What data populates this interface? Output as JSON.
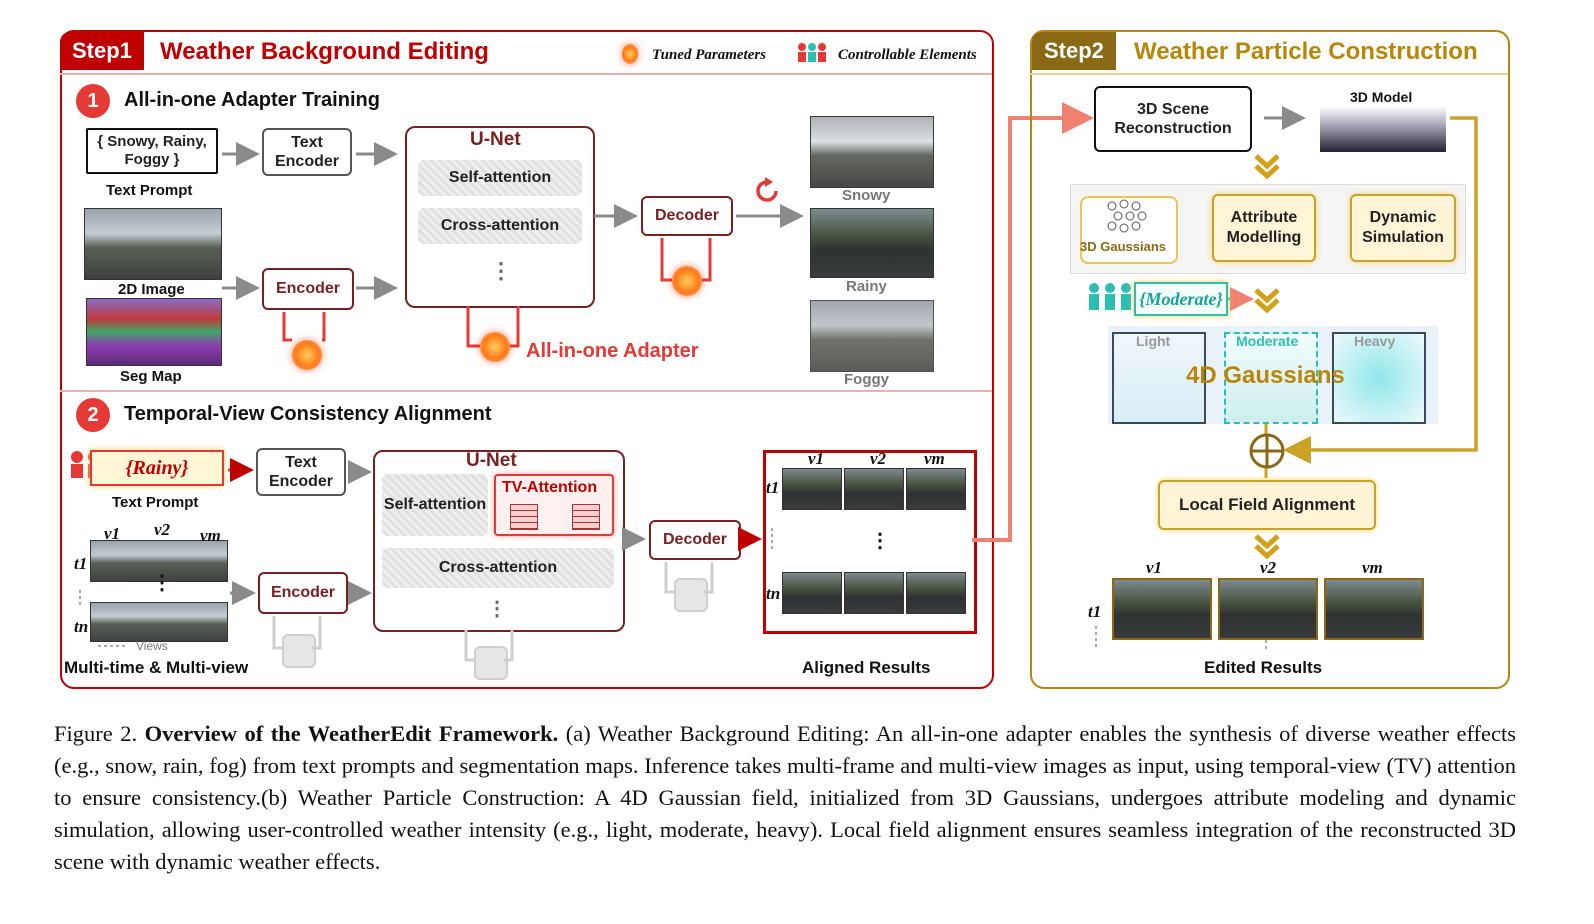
{
  "step1": {
    "tag": "Step1",
    "title": "Weather Background Editing",
    "legend_tuned": "Tuned Parameters",
    "legend_control": "Controllable Elements",
    "sub1_num": "1",
    "sub1_title": "All-in-one Adapter Training",
    "prompt_box": "{ Snowy, Rainy, Foggy }",
    "text_prompt": "Text Prompt",
    "text_encoder": "Text Encoder",
    "image_2d": "2D Image",
    "seg_map": "Seg Map",
    "encoder": "Encoder",
    "unet": "U-Net",
    "self_attention": "Self-attention",
    "cross_attention": "Cross-attention",
    "dots": "⋮",
    "decoder": "Decoder",
    "adapter": "All-in-one Adapter",
    "out_snowy": "Snowy",
    "out_rainy": "Rainy",
    "out_foggy": "Foggy",
    "sub2_num": "2",
    "sub2_title": "Temporal-View Consistency Alignment",
    "rainy": "{Rainy}",
    "text_prompt2": "Text Prompt",
    "text_encoder2": "Text Encoder",
    "unet2": "U-Net",
    "self_attention2": "Self-attention",
    "tv_attention": "TV-Attention",
    "cross_attention2": "Cross-attention",
    "decoder2": "Decoder",
    "encoder2": "Encoder",
    "v1": "v1",
    "v2": "v2",
    "vm": "vm",
    "t1": "t1",
    "tn": "tn",
    "views": "Views",
    "multi": "Multi-time & Multi-view",
    "aligned": "Aligned Results"
  },
  "step2": {
    "tag": "Step2",
    "title": "Weather Particle Construction",
    "scene_recon": "3D Scene Reconstruction",
    "model_3d": "3D Model",
    "gaussians_3d": "3D Gaussians",
    "attr": "Attribute Modelling",
    "dyn": "Dynamic Simulation",
    "moderate_sel": "{Moderate}",
    "light": "Light",
    "moderate": "Moderate",
    "heavy": "Heavy",
    "gauss4d": "4D Gaussians",
    "lfa": "Local Field Alignment",
    "edited": "Edited Results",
    "v1": "v1",
    "v2": "v2",
    "vm": "vm",
    "t1": "t1"
  },
  "caption": {
    "label": "Figure 2.",
    "bold": "Overview of the WeatherEdit Framework.",
    "text": "(a) Weather Background Editing: An all-in-one adapter enables the synthesis of diverse weather effects (e.g., snow, rain, fog) from text prompts and segmentation maps. Inference takes multi-frame and multi-view images as input, using temporal-view (TV) attention to ensure consistency.(b) Weather Particle Construction: A 4D Gaussian field, initialized from 3D Gaussians, undergoes attribute modeling and dynamic simulation, allowing user-controlled weather intensity (e.g., light, moderate, heavy). Local field alignment ensures seamless integration of the reconstructed 3D scene with dynamic weather effects."
  },
  "colors": {
    "red": "#c00000",
    "gold": "#b8860b",
    "cyan": "#2bbfb3"
  },
  "icons": [
    "flame-icon",
    "people-icon",
    "refresh-icon",
    "plus-circle-icon",
    "chevron-down-icon"
  ]
}
